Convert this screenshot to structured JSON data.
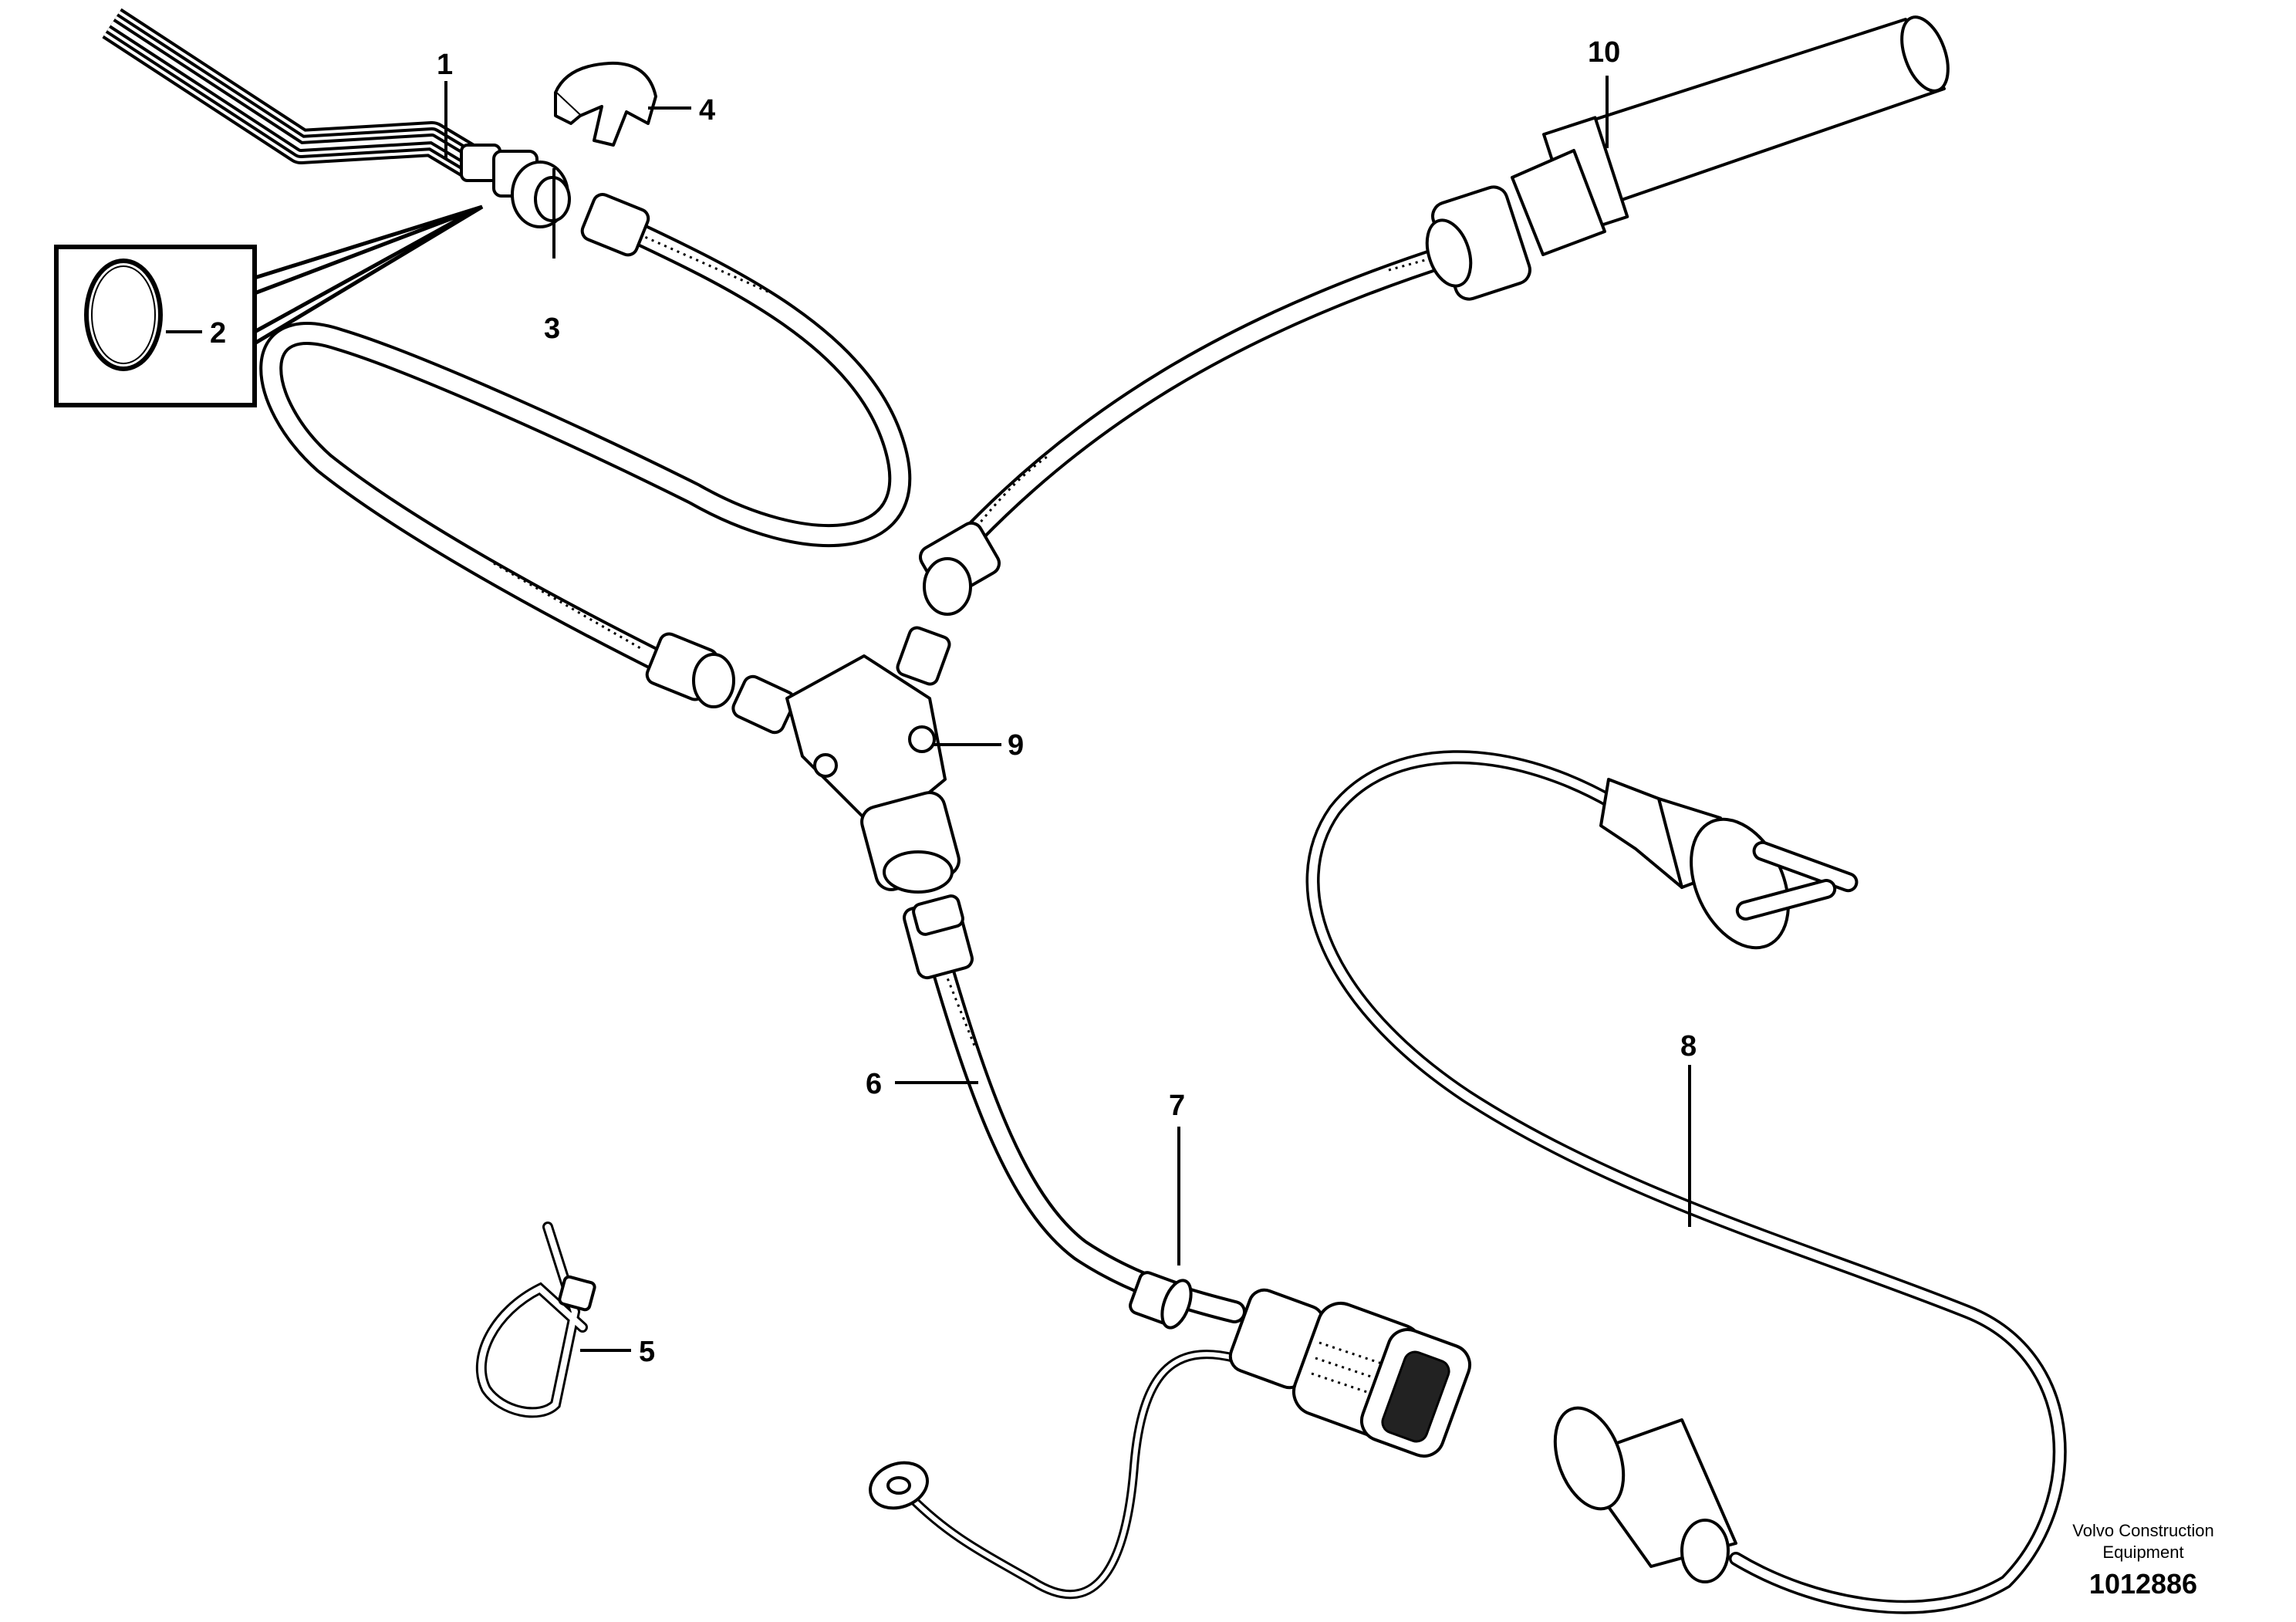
{
  "callouts": [
    {
      "id": "1",
      "part": "sensor-harness"
    },
    {
      "id": "2",
      "part": "o-ring"
    },
    {
      "id": "3",
      "part": "hose-long"
    },
    {
      "id": "4",
      "part": "clip"
    },
    {
      "id": "5",
      "part": "cable-tie"
    },
    {
      "id": "6",
      "part": "hose-short"
    },
    {
      "id": "7",
      "part": "cable-connector"
    },
    {
      "id": "8",
      "part": "power-cord"
    },
    {
      "id": "9",
      "part": "tee-fitting"
    },
    {
      "id": "10",
      "part": "heater-element"
    }
  ],
  "footer": {
    "brand": "Volvo Construction Equipment",
    "drawing_number": "1012886"
  }
}
